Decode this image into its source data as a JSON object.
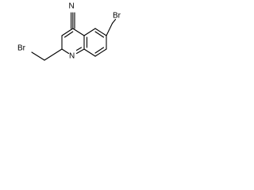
{
  "molecule": {
    "labels": {
      "nitrogen_top": "N",
      "nitrogen_ring": "N",
      "bromine_left": "Br",
      "bromine_right": "Br"
    },
    "colors": {
      "bond": "#000000",
      "label": "#000000",
      "background": "#ffffff"
    }
  }
}
